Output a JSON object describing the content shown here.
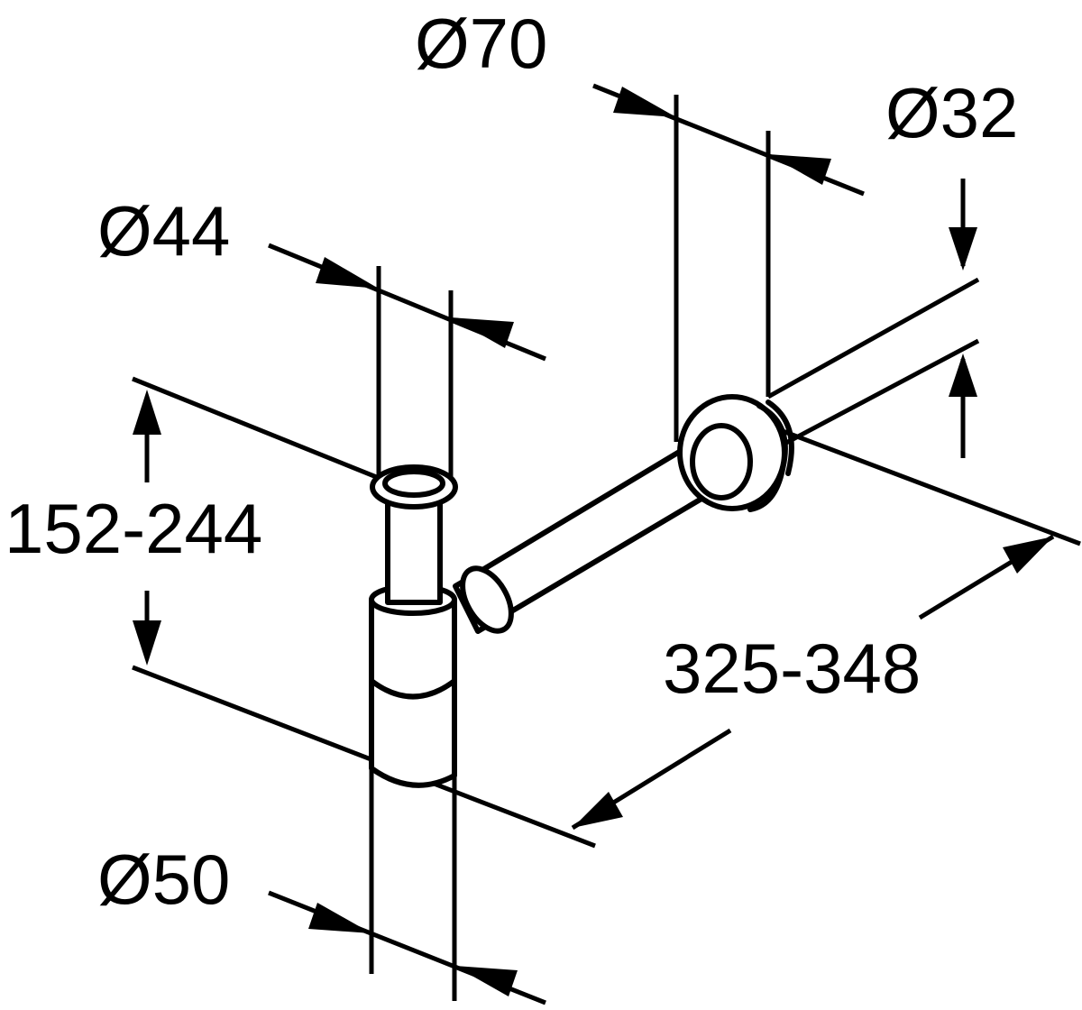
{
  "diagram": {
    "labels": {
      "dia_70": "Ø70",
      "dia_32": "Ø32",
      "dia_44": "Ø44",
      "height": "152-244",
      "length": "325-348",
      "dia_50": "Ø50"
    }
  }
}
